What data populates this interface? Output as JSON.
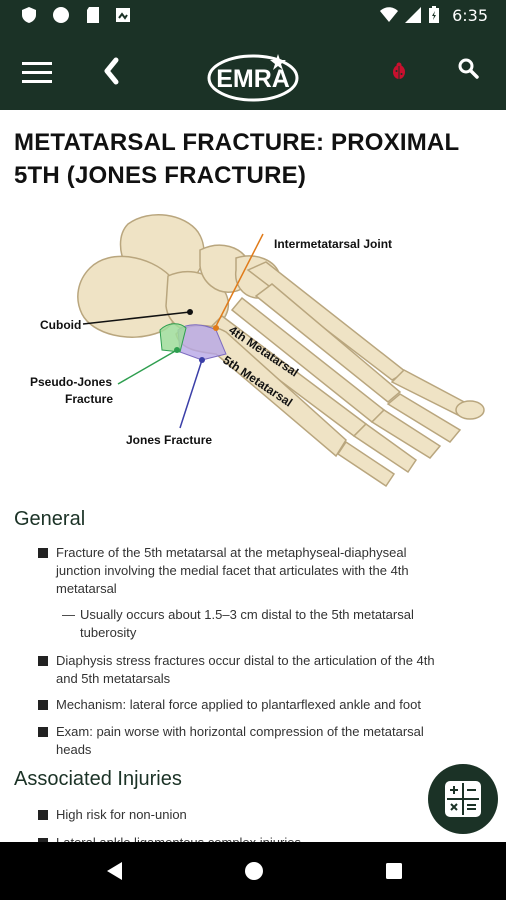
{
  "status_bar": {
    "time": "6:35",
    "icons": [
      "shield-icon",
      "circle-icon",
      "sd-card-icon",
      "cast-icon",
      "wifi-icon",
      "cell-signal-icon",
      "battery-icon"
    ]
  },
  "app_bar": {
    "logo_text": "EMRA",
    "icons": [
      "menu-icon",
      "back-icon",
      "bug-icon",
      "search-icon"
    ]
  },
  "page": {
    "title": "METATARSAL FRACTURE: PROXIMAL 5TH (JONES FRACTURE)"
  },
  "figure": {
    "labels": {
      "intermetatarsal_joint": "Intermetatarsal Joint",
      "cuboid": "Cuboid",
      "pseudo_jones": "Pseudo-Jones",
      "pseudo_jones_2": "Fracture",
      "jones_fracture": "Jones Fracture",
      "fourth_metatarsal": "4th Metatarsal",
      "fifth_metatarsal": "5th Metatarsal"
    }
  },
  "general": {
    "heading": "General",
    "b1_line1": "Fracture of the 5th metatarsal at the metaphyseal-diaphyseal",
    "b1_line2": "junction involving the medial facet that articulates with the 4th",
    "b1_line3": "metatarsal",
    "sub_line1": "Usually occurs about 1.5–3 cm distal to the 5th metatarsal",
    "sub_line2": "tuberosity",
    "b2_line1": "Diaphysis stress fractures occur distal to the articulation of the 4th",
    "b2_line2": "and 5th metatarsals",
    "b3_line1": "Mechanism: lateral force applied to plantarflexed ankle and foot",
    "b4_line1": "Exam: pain worse with horizontal compression of the metatarsal",
    "b4_line2": "heads"
  },
  "associated": {
    "heading": "Associated Injuries",
    "b1": "High risk for non-union",
    "b2_partial": "Lateral ankle ligamentous complex injuries"
  },
  "fab": {
    "icon": "calculator-icon"
  },
  "nav_bar": {
    "icons": [
      "back-triangle-icon",
      "home-circle-icon",
      "recents-square-icon"
    ]
  },
  "colors": {
    "bar_bg": "#1b3226",
    "accent_green": "#2e9e4f",
    "accent_orange": "#e07b1a",
    "accent_blue": "#3b3fa8",
    "fracture_purple": "#b7a6e6",
    "bone": "#efe3c5"
  }
}
